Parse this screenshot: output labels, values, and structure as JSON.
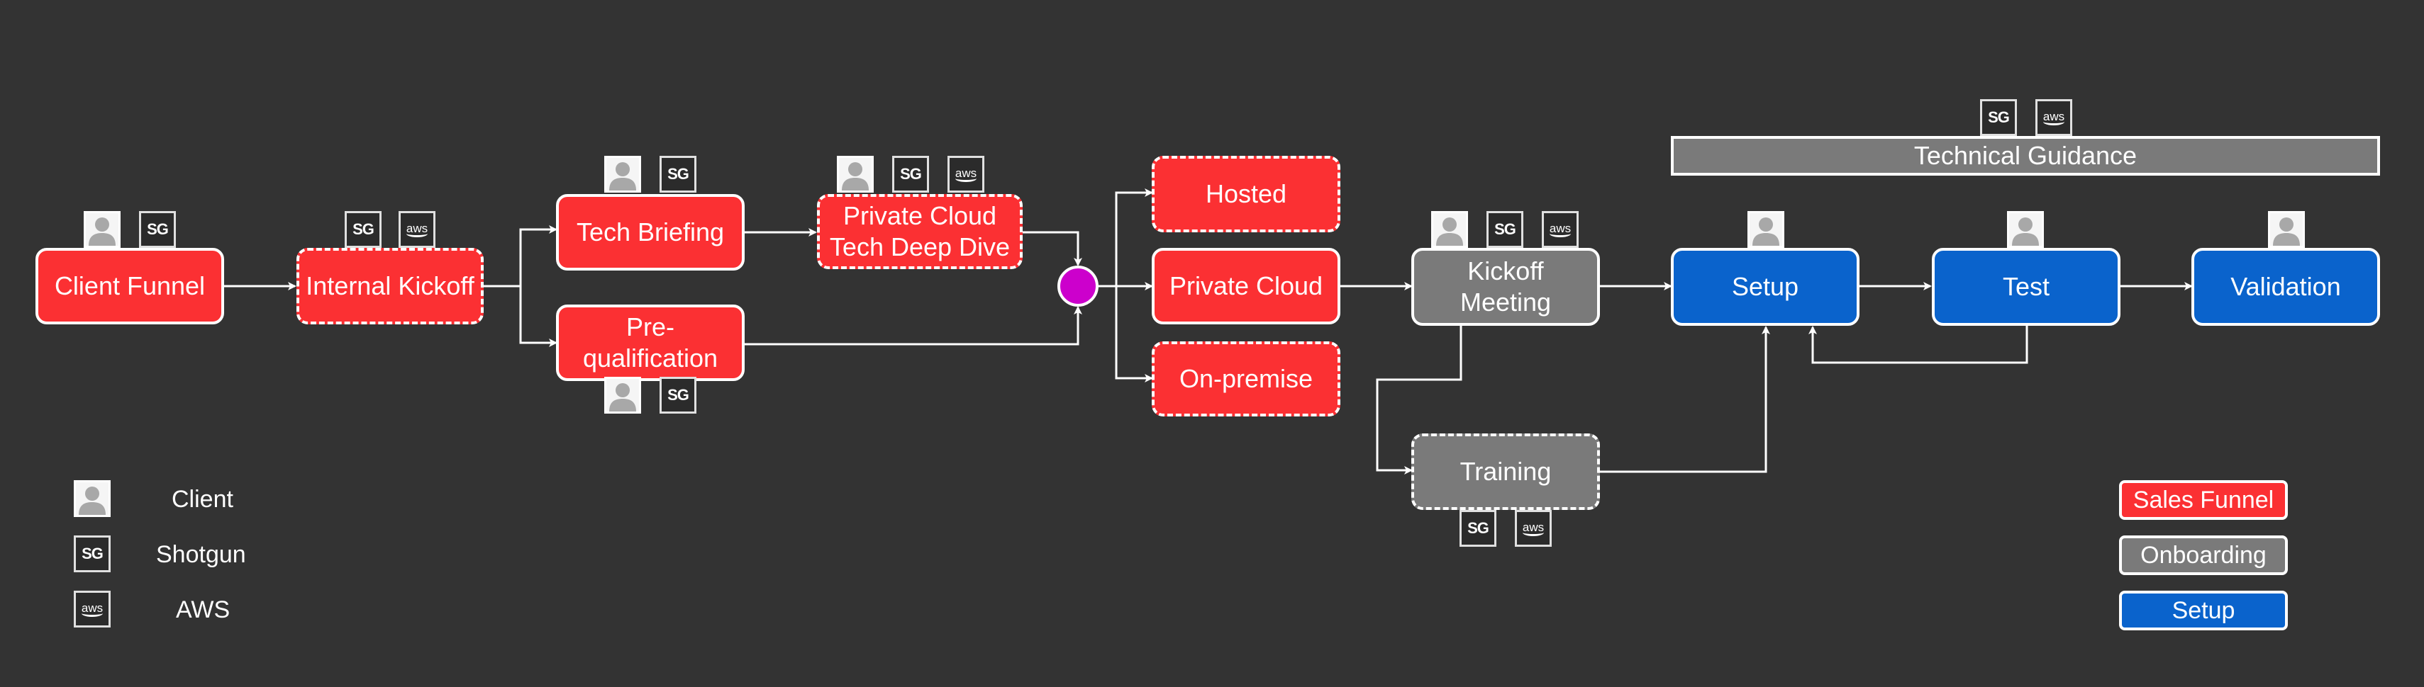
{
  "colors": {
    "red": "#fb3033",
    "gray": "#7a7a7a",
    "blue": "#0a63cc",
    "junction": "#cc00cc"
  },
  "nodes": {
    "client_funnel": "Client Funnel",
    "internal_kickoff": "Internal Kickoff",
    "tech_briefing": "Tech Briefing",
    "private_cloud_deep_dive": "Private Cloud\nTech Deep Dive",
    "prequalification": "Pre-\nqualification",
    "hosted": "Hosted",
    "private_cloud": "Private Cloud",
    "on_premise": "On-premise",
    "kickoff_meeting": "Kickoff\nMeeting",
    "training": "Training",
    "setup": "Setup",
    "test": "Test",
    "validation": "Validation"
  },
  "banner": {
    "technical_guidance": "Technical Guidance"
  },
  "icons": {
    "client": "person-icon",
    "shotgun": "sg-icon",
    "aws": "aws-icon",
    "shotgun_text": "SG",
    "aws_text": "aws"
  },
  "legend": {
    "client": "Client",
    "shotgun": "Shotgun",
    "aws": "AWS",
    "sales_funnel": "Sales Funnel",
    "onboarding": "Onboarding",
    "setup": "Setup"
  }
}
